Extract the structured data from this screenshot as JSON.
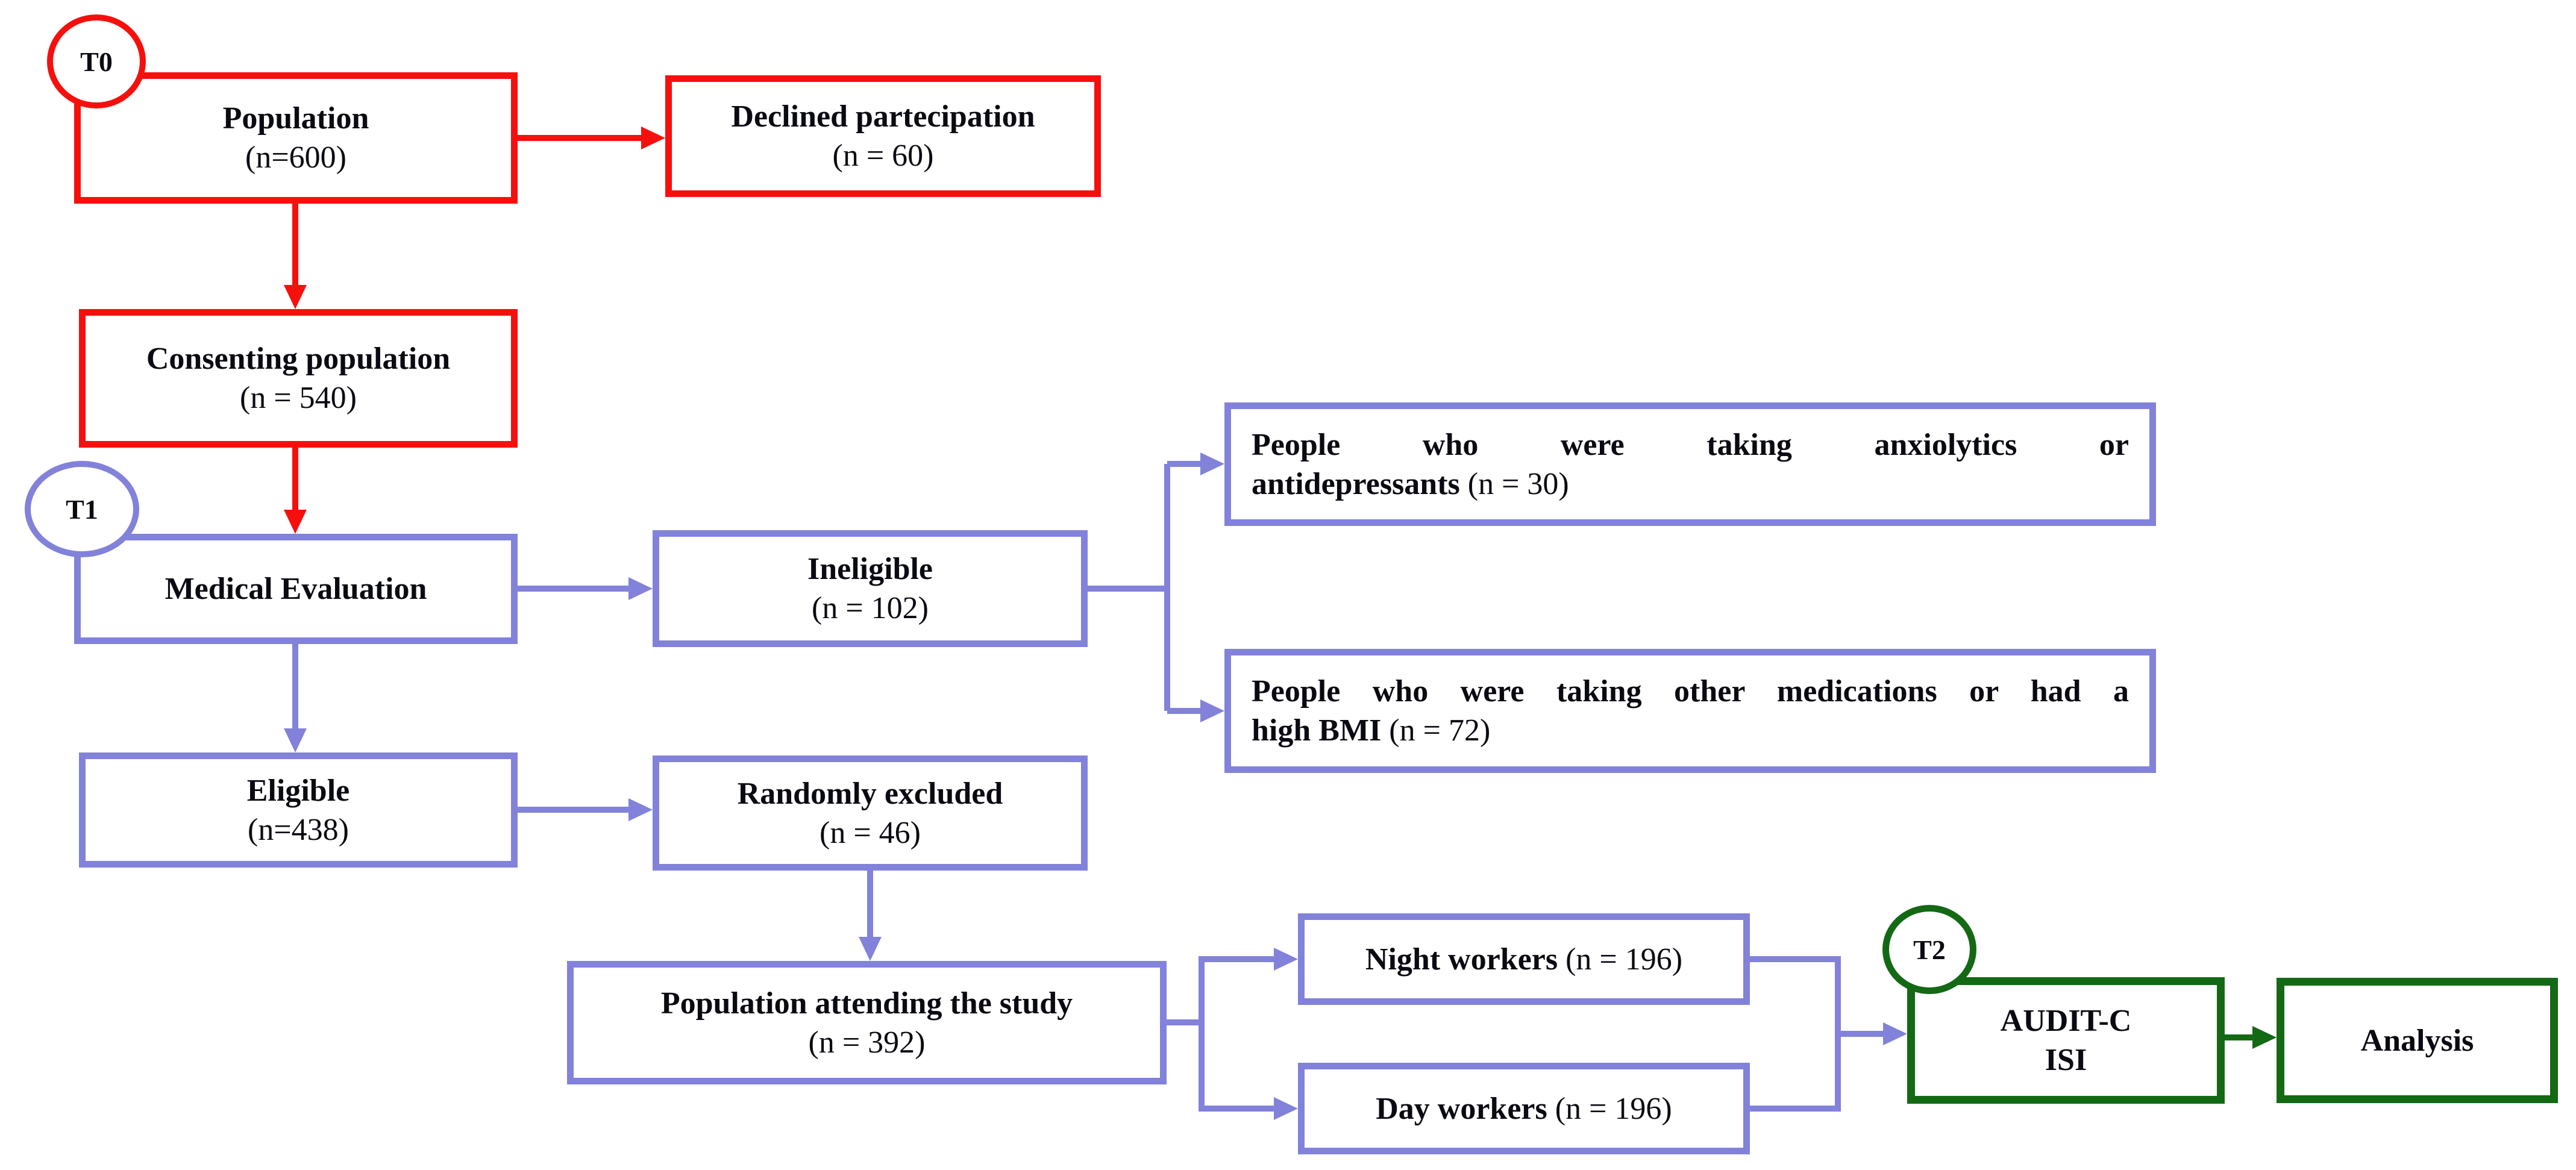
{
  "colors": {
    "red": "#f5100e",
    "purple": "#8282da",
    "green": "#146914",
    "text": "#0a0a12"
  },
  "timepoints": {
    "t0": "T0",
    "t1": "T1",
    "t2": "T2"
  },
  "nodes": {
    "population": {
      "label": "Population",
      "n": "(n=600)"
    },
    "declined": {
      "label": "Declined partecipation",
      "n": "(n = 60)"
    },
    "consenting": {
      "label": "Consenting population",
      "n": "(n = 540)"
    },
    "medical": {
      "label": "Medical Evaluation"
    },
    "ineligible": {
      "label": "Ineligible",
      "n": "(n = 102)"
    },
    "anxiolytics": {
      "line1": "People who were taking anxiolytics or",
      "line2": "antidepressants",
      "n": "(n = 30)"
    },
    "bmi": {
      "line1": "People who were taking other medications or had a",
      "line2": "high BMI",
      "n": "(n = 72)"
    },
    "eligible": {
      "label": "Eligible",
      "n": "(n=438)"
    },
    "randomly_excluded": {
      "label": "Randomly excluded",
      "n": "(n = 46)"
    },
    "attending": {
      "label": "Population attending the study",
      "n": "(n = 392)"
    },
    "night_workers": {
      "label": "Night workers",
      "n": "(n = 196)"
    },
    "day_workers": {
      "label": "Day workers",
      "n": "(n = 196)"
    },
    "audit": {
      "line1": "AUDIT-C",
      "line2": "ISI"
    },
    "analysis": {
      "label": "Analysis"
    }
  }
}
